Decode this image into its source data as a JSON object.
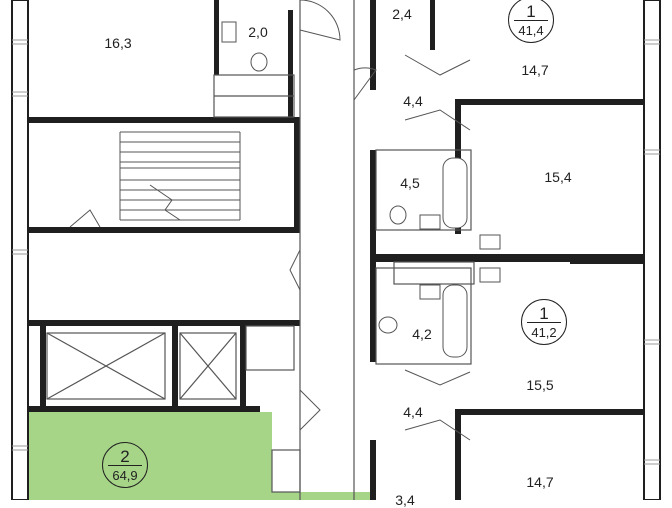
{
  "colors": {
    "wall": "#1f1f1f",
    "thin": "#555555",
    "highlight_fill": "#a6d588",
    "highlight_stroke": "#6fae4a",
    "window": "#9a9a9a"
  },
  "rooms": [
    {
      "id": "room-16-3",
      "label": "16,3"
    },
    {
      "id": "room-2-0",
      "label": "2,0"
    },
    {
      "id": "room-2-4",
      "label": "2,4"
    },
    {
      "id": "room-14-7-top",
      "label": "14,7"
    },
    {
      "id": "room-4-4-top",
      "label": "4,4"
    },
    {
      "id": "room-15-4",
      "label": "15,4"
    },
    {
      "id": "room-4-5",
      "label": "4,5"
    },
    {
      "id": "room-4-2",
      "label": "4,2"
    },
    {
      "id": "room-15-5",
      "label": "15,5"
    },
    {
      "id": "room-4-4-bottom",
      "label": "4,4"
    },
    {
      "id": "room-14-7-bottom",
      "label": "14,7"
    },
    {
      "id": "room-partial-bottom",
      "label": "3,4"
    }
  ],
  "apartments": [
    {
      "id": "apt-1-top",
      "number": "1",
      "area": "41,4",
      "selected": false
    },
    {
      "id": "apt-1-mid",
      "number": "1",
      "area": "41,2",
      "selected": false
    },
    {
      "id": "apt-2",
      "number": "2",
      "area": "64,9",
      "selected": true
    }
  ]
}
